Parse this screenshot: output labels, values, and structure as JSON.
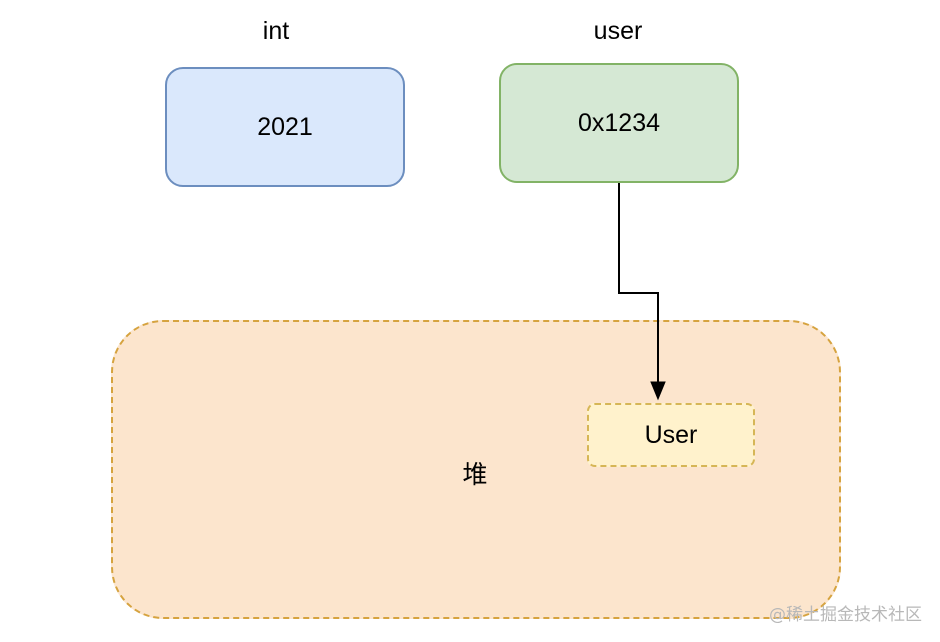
{
  "variables": [
    {
      "name": "int",
      "value": "2021"
    },
    {
      "name": "user",
      "value": "0x1234"
    }
  ],
  "heap": {
    "label": "堆",
    "object_label": "User"
  },
  "colors": {
    "int_fill": "#dae8fc",
    "int_stroke": "#6c8ebf",
    "user_fill": "#d5e8d4",
    "user_stroke": "#82b366",
    "heap_fill": "#fce5cd",
    "heap_stroke": "#d6a33f",
    "object_fill": "#fff2cc",
    "object_stroke": "#d6b656",
    "arrow": "#000000"
  },
  "watermark": "@稀土掘金技术社区"
}
